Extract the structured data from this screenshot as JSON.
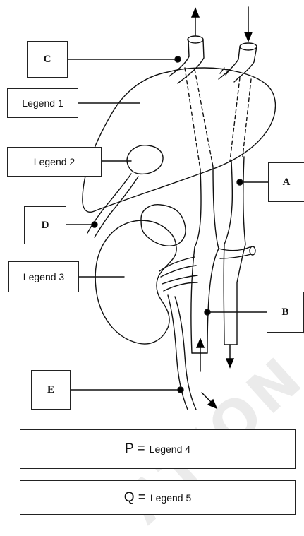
{
  "labels": {
    "A": "A",
    "B": "B",
    "C": "C",
    "D": "D",
    "E": "E",
    "legend_1": "Legend 1",
    "legend_2": "Legend 2",
    "legend_3": "Legend 3"
  },
  "key": {
    "p_symbol": "P =",
    "p_text": "Legend 4",
    "q_symbol": "Q =",
    "q_text": "Legend 5"
  },
  "watermark": "ATION PR"
}
